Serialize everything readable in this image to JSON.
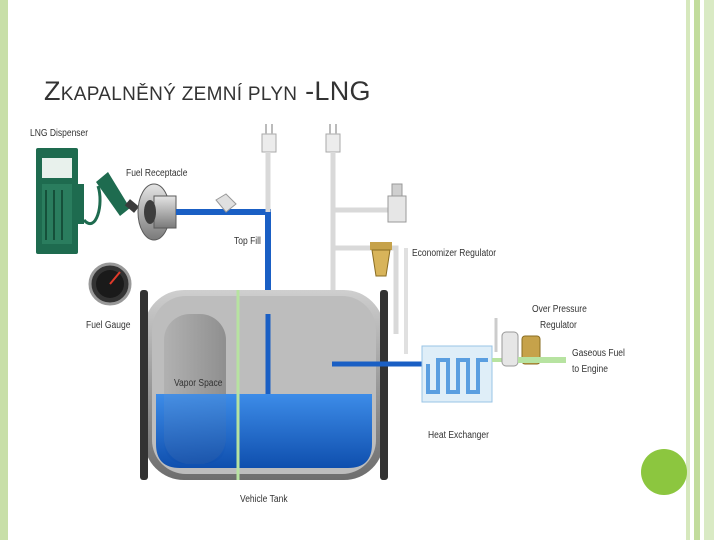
{
  "slide": {
    "title_first": "Z",
    "title_rest": "KAPALNĚNÝ ZEMNÍ PLYN",
    "title_suffix": "-LNG"
  },
  "diagram": {
    "labels": {
      "lng_dispenser": "LNG Dispenser",
      "fuel_receptacle": "Fuel Receptacle",
      "top_fill": "Top Fill",
      "economizer_regulator": "Economizer Regulator",
      "fuel_gauge": "Fuel Gauge",
      "over_pressure_regulator_line1": "Over Pressure",
      "over_pressure_regulator_line2": "Regulator",
      "gaseous_fuel_line1": "Gaseous Fuel",
      "gaseous_fuel_line2": "to Engine",
      "vapor_space": "Vapor Space",
      "heat_exchanger": "Heat Exchanger",
      "vehicle_tank": "Vehicle Tank"
    },
    "colors": {
      "liquid": "#1f6fd1",
      "pipe_blue": "#1a5fc4",
      "pipe_gray": "#d9d9d9",
      "pipe_green": "#b7e3a1",
      "tank_shell": "#8a8a8a",
      "dispenser": "#1e6b4f",
      "accent_green": "#8cc63f"
    }
  }
}
